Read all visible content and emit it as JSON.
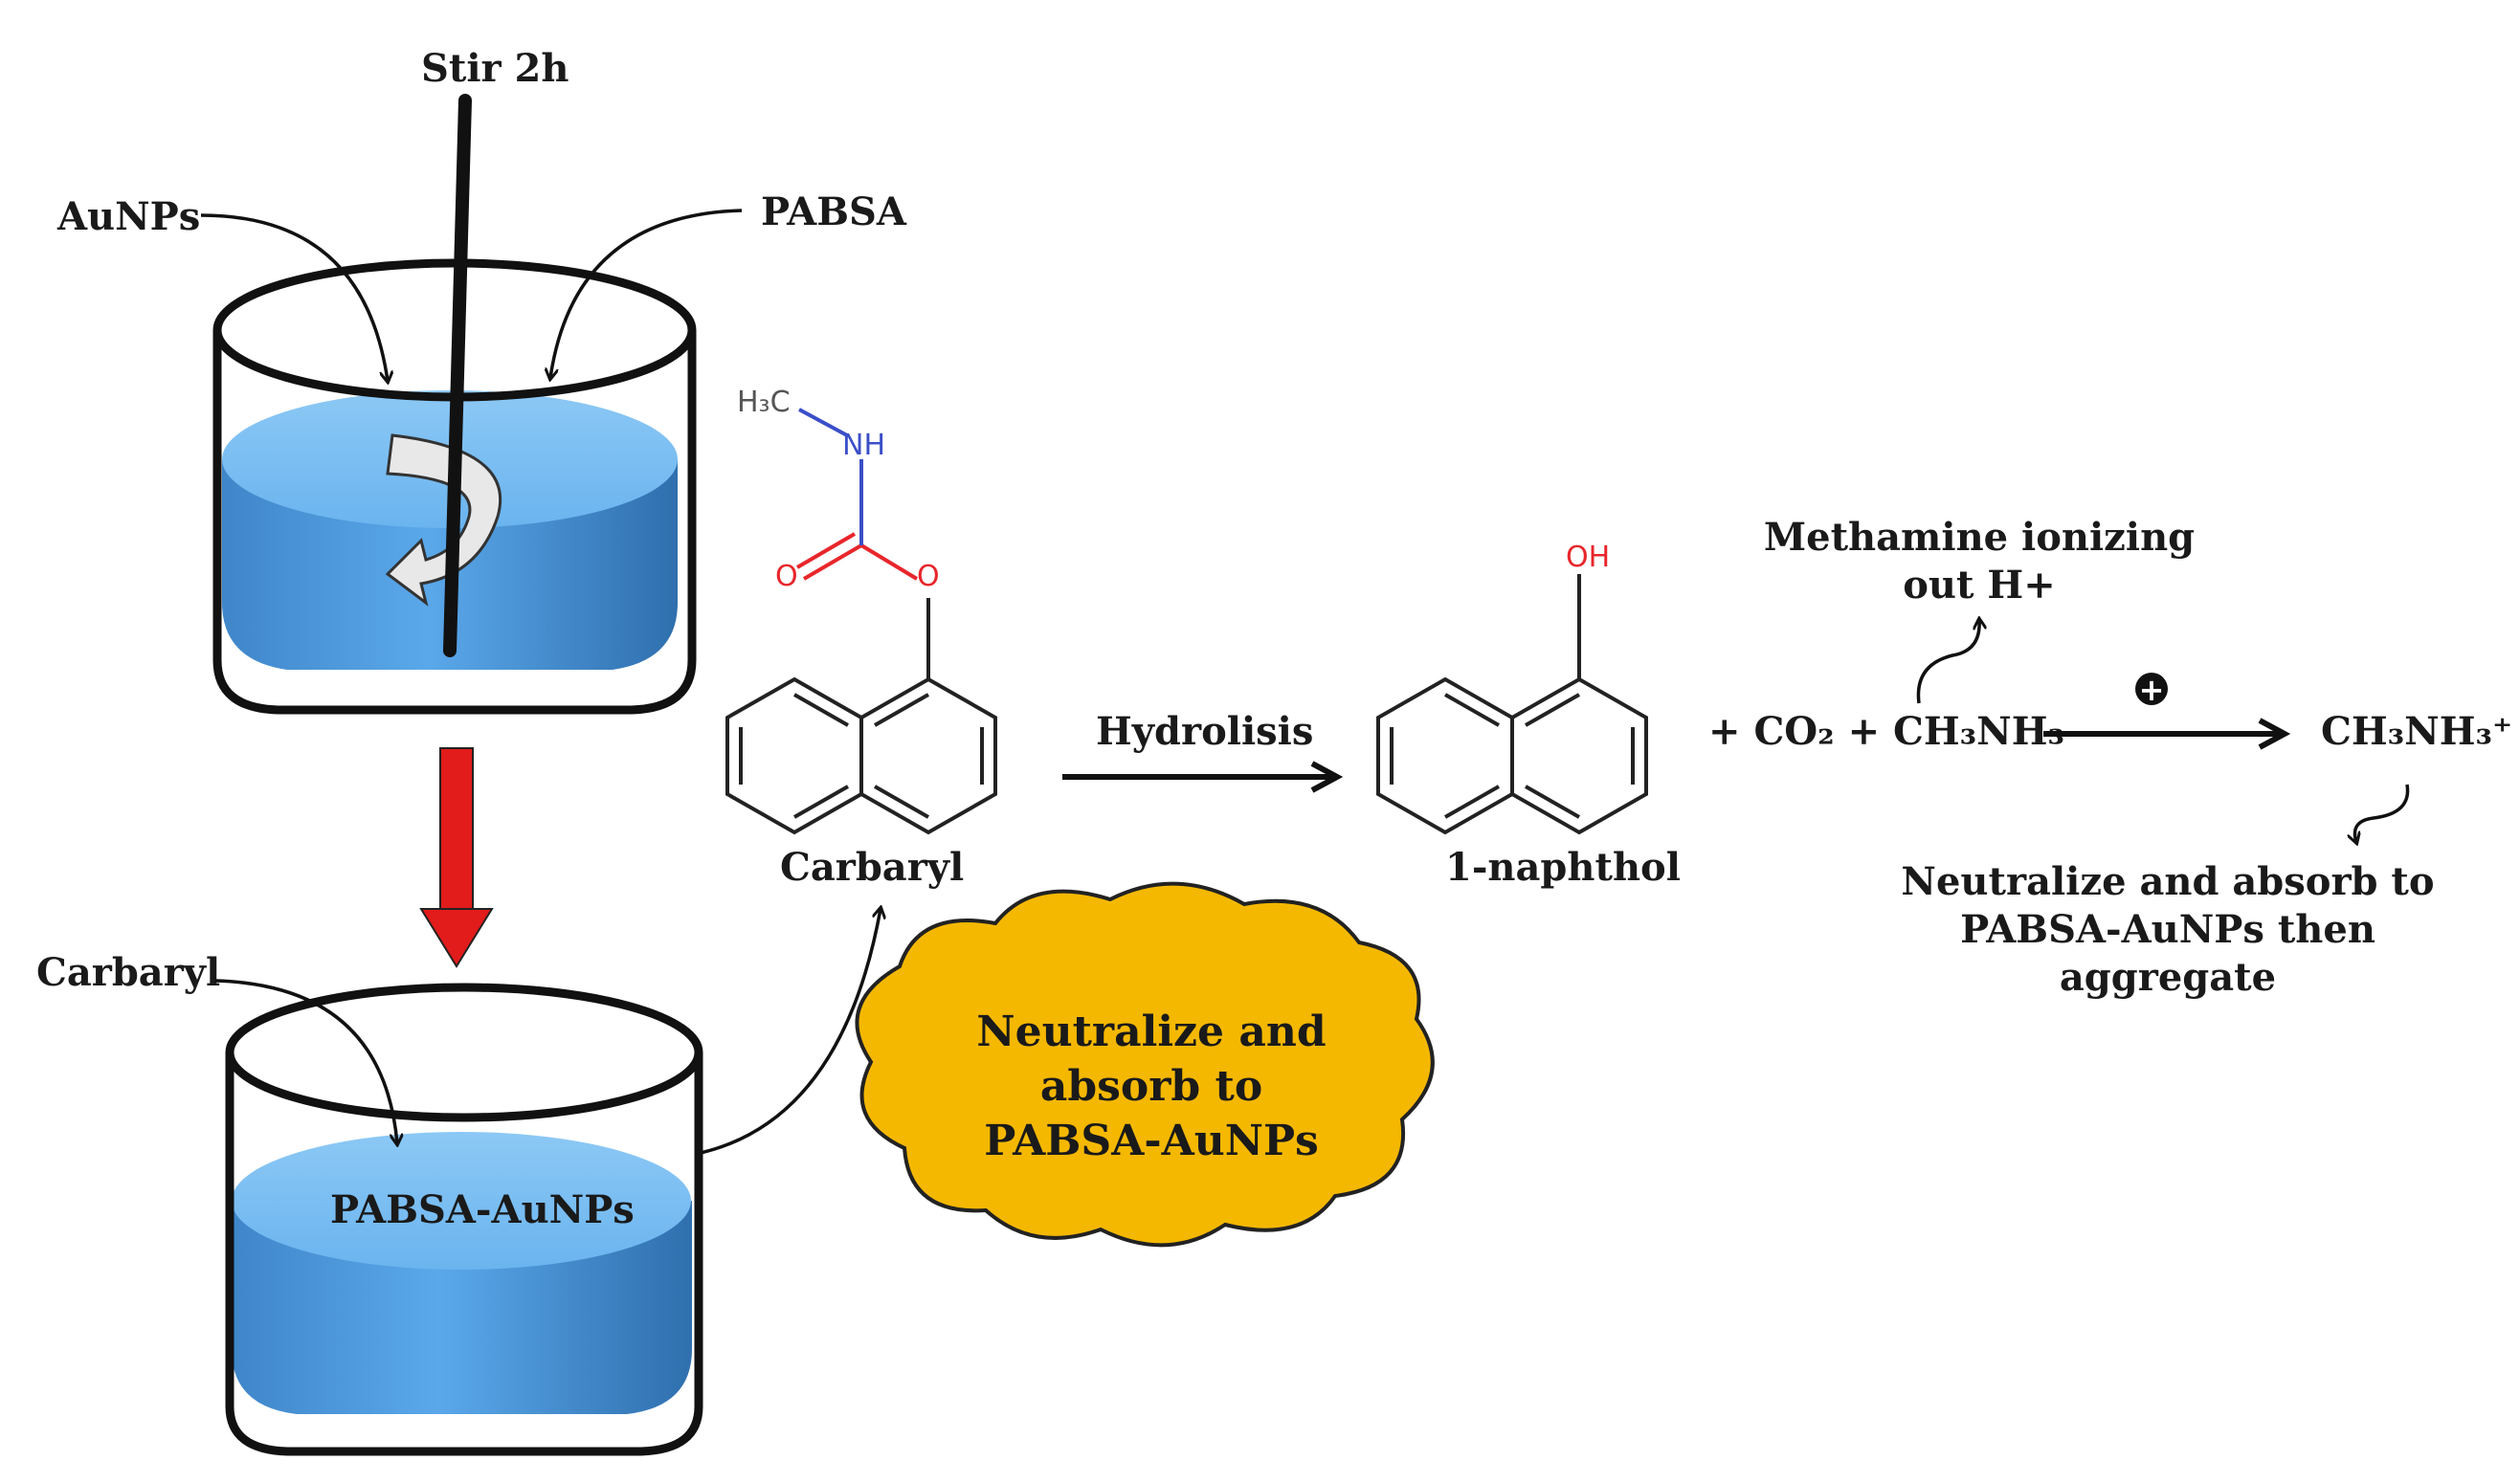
{
  "labels": {
    "stir": "Stir 2h",
    "aunps": "AuNPs",
    "pabsa": "PABSA",
    "carbaryl_left": "Carbaryl",
    "beaker_label": "PABSA-AuNPs",
    "carbaryl_name": "Carbaryl",
    "hydrolysis": "Hydrolisis",
    "naphthol_name": "1-naphthol",
    "methamine_line1": "Methamine ionizing",
    "methamine_line2": "out H+",
    "products_co2": "+ CO₂ + CH₃NH₃",
    "product_ion": "CH₃NH₃⁺",
    "plus_symbol": "+",
    "result_line1": "Neutralize and absorb to",
    "result_line2": "PABSA-AuNPs then",
    "result_line3": "aggregate",
    "cloud_line1": "Neutralize and",
    "cloud_line2": "absorb to",
    "cloud_line3": "PABSA-AuNPs"
  },
  "atoms": {
    "h3c": "H₃C",
    "nh": "NH",
    "o_carbonyl": "O",
    "o_ester": "O",
    "oh": "OH"
  },
  "colors": {
    "liquid": "#5aa8ea",
    "liquid_top": "#7cbcf2",
    "red_arrow": "#e21b1b",
    "cloud": "#f5b800",
    "oxygen": "#e8262b",
    "nitrogen": "#3b4fc8"
  }
}
